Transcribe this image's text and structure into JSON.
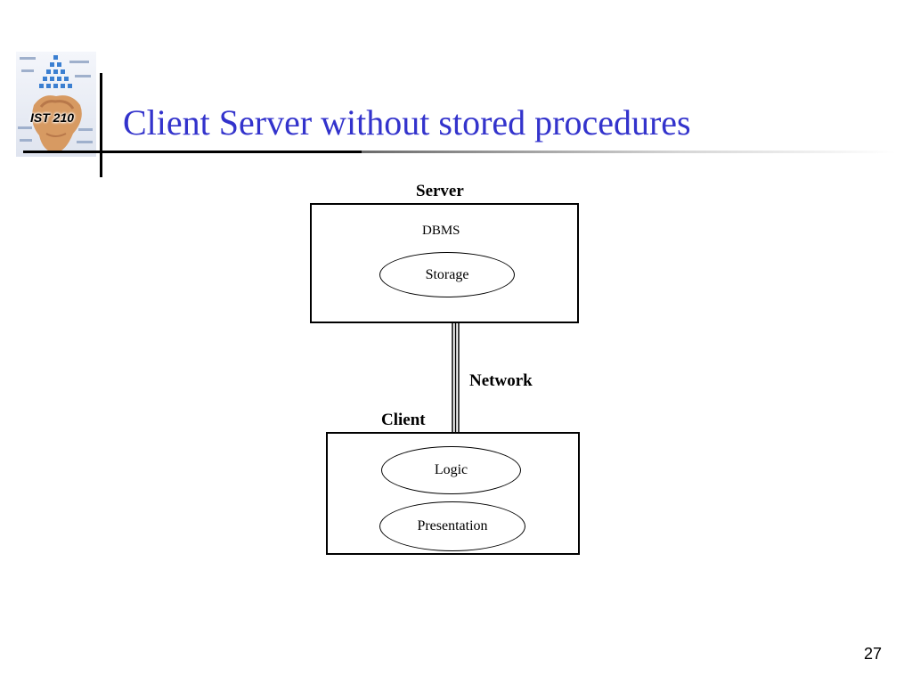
{
  "slide": {
    "title": "Client Server without stored procedures",
    "logo_text": "IST 210",
    "page_number": "27"
  },
  "diagram": {
    "server_label": "Server",
    "server_dbms": "DBMS",
    "server_storage": "Storage",
    "network_label": "Network",
    "client_label": "Client",
    "client_logic": "Logic",
    "client_presentation": "Presentation"
  }
}
